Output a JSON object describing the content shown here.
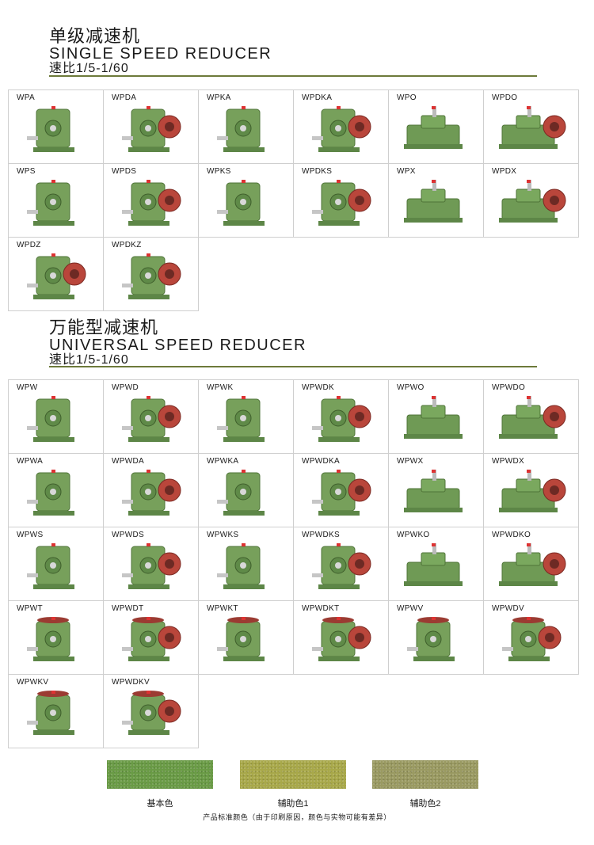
{
  "single": {
    "title_cn": "单级减速机",
    "title_en": "SINGLE SPEED REDUCER",
    "ratio": "速比1/5-1/60",
    "models": [
      "WPA",
      "WPDA",
      "WPKA",
      "WPDKA",
      "WPO",
      "WPDO",
      "WPS",
      "WPDS",
      "WPKS",
      "WPDKS",
      "WPX",
      "WPDX",
      "WPDZ",
      "WPDKZ"
    ]
  },
  "universal": {
    "title_cn": "万能型减速机",
    "title_en": "UNIVERSAL SPEED REDUCER",
    "ratio": "速比1/5-1/60",
    "models": [
      "WPW",
      "WPWD",
      "WPWK",
      "WPWDK",
      "WPWO",
      "WPWDO",
      "WPWA",
      "WPWDA",
      "WPWKA",
      "WPWDKA",
      "WPWX",
      "WPWDX",
      "WPWS",
      "WPWDS",
      "WPWKS",
      "WPWDKS",
      "WPWKO",
      "WPWDKO",
      "WPWT",
      "WPWDT",
      "WPWKT",
      "WPWDKT",
      "WPWV",
      "WPWDV",
      "WPWKV",
      "WPWDKV"
    ]
  },
  "colors": {
    "swatches": [
      {
        "label": "基本色",
        "hex": "#6a9b46"
      },
      {
        "label": "辅助色1",
        "hex": "#a8a84a"
      },
      {
        "label": "辅助色2",
        "hex": "#9a9a62"
      }
    ],
    "note": "产品标准颜色（由于印刷原因，颜色与实物可能有差异）"
  }
}
